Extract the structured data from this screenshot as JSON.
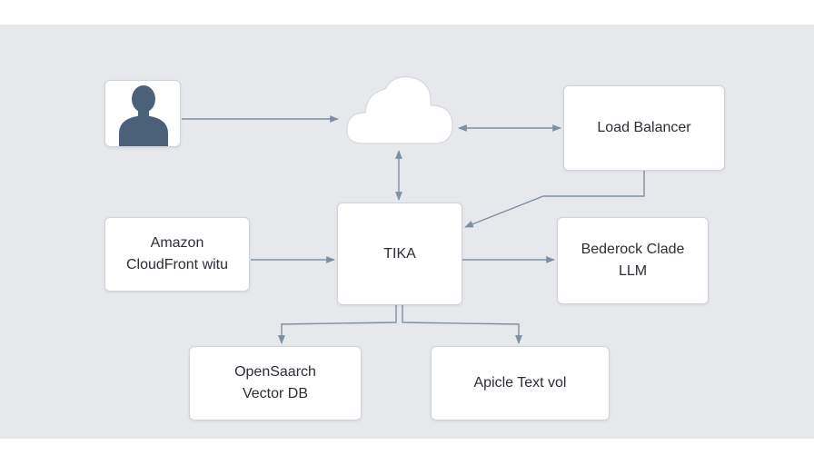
{
  "nodes": {
    "load_balancer": "Load Balancer",
    "cloudfront_line1": "Amazon",
    "cloudfront_line2": "CloudFront witu",
    "tika": "TIKA",
    "bedrock_line1": "Bederock Clade",
    "bedrock_line2": "LLM",
    "opensearch_line1": "OpenSaarch",
    "opensearch_line2": "Vector DB",
    "apicle": "Apicle Text vol"
  },
  "icons": {
    "user": "user-icon",
    "cloud": "cloud-icon"
  },
  "colors": {
    "background": "#e6e8ec",
    "connector": "#7f8fa3",
    "user_icon": "#4b6179"
  }
}
